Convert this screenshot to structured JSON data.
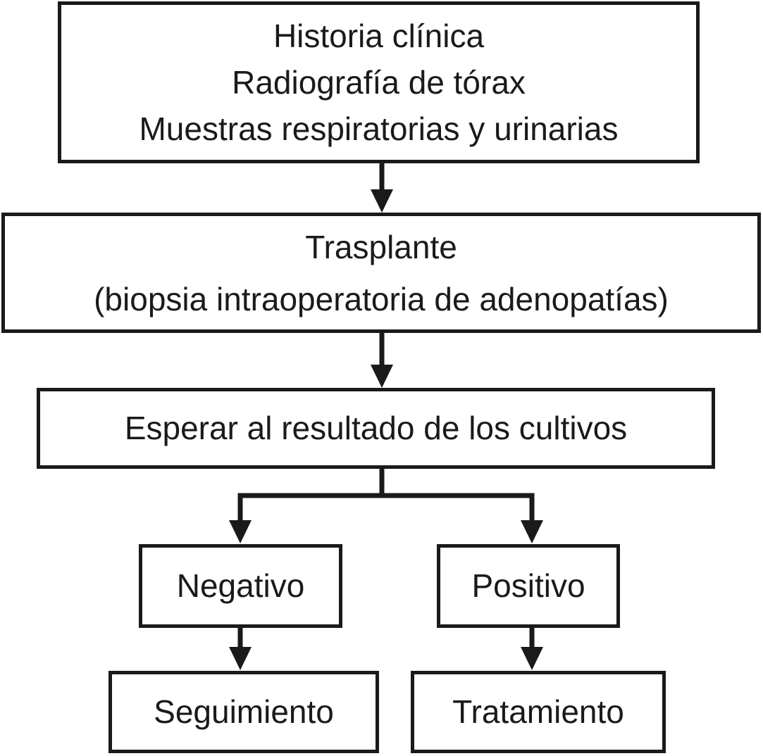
{
  "colors": {
    "ink": "#1a1a1a",
    "background": "#ffffff"
  },
  "flowchart": {
    "nodes": [
      {
        "id": "intake",
        "lines": [
          "Historia clínica",
          "Radiografía de tórax",
          "Muestras respiratorias y urinarias"
        ]
      },
      {
        "id": "transplant",
        "lines": [
          "Trasplante",
          "(biopsia intraoperatoria de adenopatías)"
        ]
      },
      {
        "id": "wait-cultures",
        "lines": [
          "Esperar al resultado de los cultivos"
        ]
      },
      {
        "id": "negative",
        "lines": [
          "Negativo"
        ]
      },
      {
        "id": "positive",
        "lines": [
          "Positivo"
        ]
      },
      {
        "id": "follow-up",
        "lines": [
          "Seguimiento"
        ]
      },
      {
        "id": "treatment",
        "lines": [
          "Tratamiento"
        ]
      }
    ],
    "edges": [
      {
        "from": "intake",
        "to": "transplant"
      },
      {
        "from": "transplant",
        "to": "wait-cultures"
      },
      {
        "from": "wait-cultures",
        "to": "negative"
      },
      {
        "from": "wait-cultures",
        "to": "positive"
      },
      {
        "from": "negative",
        "to": "follow-up"
      },
      {
        "from": "positive",
        "to": "treatment"
      }
    ]
  }
}
